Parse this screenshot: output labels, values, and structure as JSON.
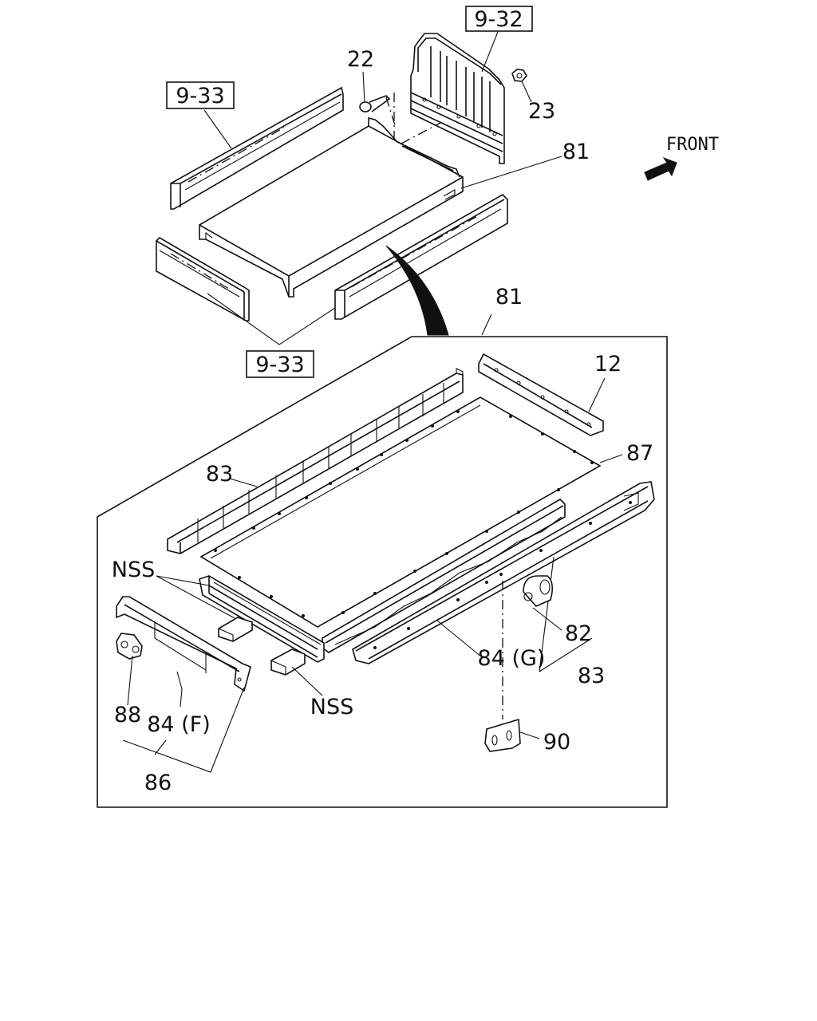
{
  "front_label": "FRONT",
  "labels": {
    "ref_9_32": "9-32",
    "ref_9_33_top": "9-33",
    "ref_9_33_bottom": "9-33",
    "p22": "22",
    "p23": "23",
    "p81_top": "81",
    "p81_detail": "81",
    "p12": "12",
    "p87": "87",
    "p83_left": "83",
    "p83_right": "83",
    "nss_top": "NSS",
    "nss_bottom": "NSS",
    "p82": "82",
    "p84g": "84 (G)",
    "p88": "88",
    "p84f": "84 (F)",
    "p86": "86",
    "p90": "90"
  },
  "icons": {
    "front_arrow": "front-arrow-icon"
  }
}
